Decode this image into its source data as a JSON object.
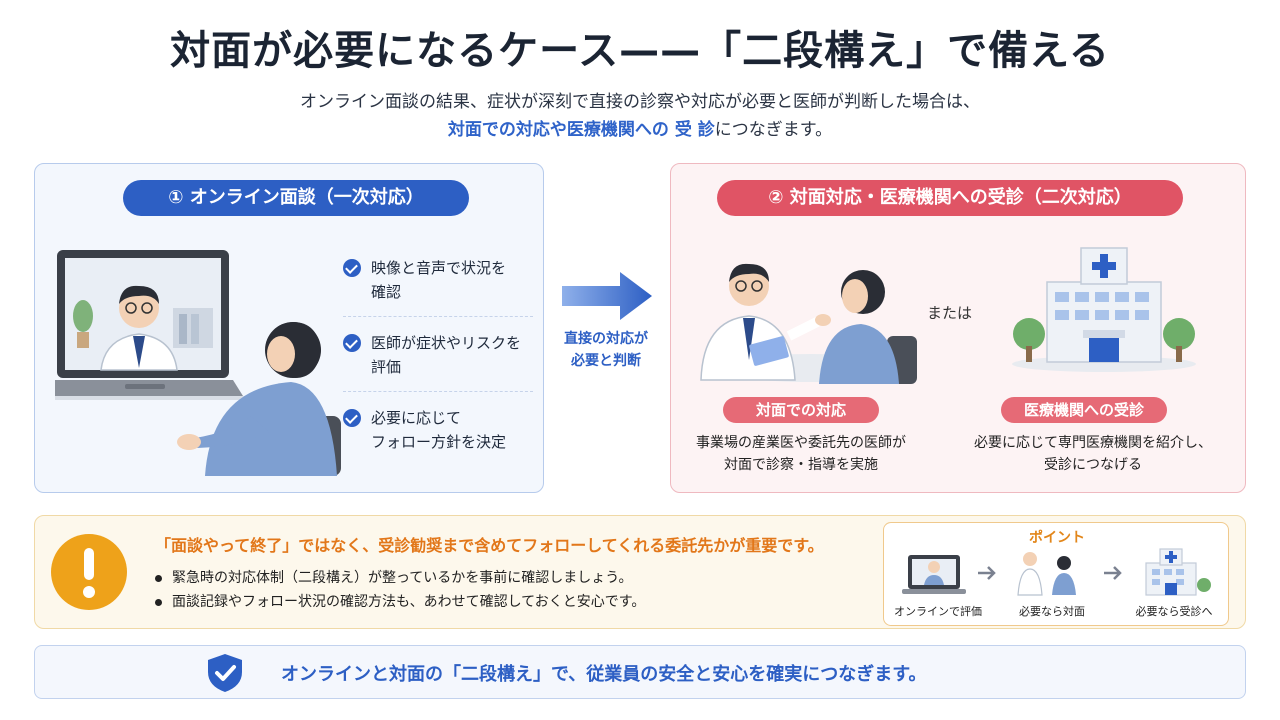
{
  "header": {
    "title": "対面が必要になるケース——「二段構え」で備える",
    "intro_line1": "オンライン面談の結果、症状が深刻で直接の診察や対応が必要と医師が判断した場合は、",
    "intro_line2_highlight": "対面での対応や医療機関への 受 診",
    "intro_line2_rest": "につなぎます。"
  },
  "online": {
    "badge": "① オンライン面談（一次対応）",
    "checks": [
      {
        "line1": "映像と音声で状況を",
        "line2": "確認"
      },
      {
        "line1": "医師が症状やリスクを",
        "line2": "評価"
      },
      {
        "line1": "必要に応じて",
        "line2": "フォロー方針を決定"
      }
    ]
  },
  "transition": {
    "line1": "直接の対応が",
    "line2": "必要と判断"
  },
  "inperson": {
    "badge": "② 対面対応・医療機関への受診（二次対応）",
    "or": "または",
    "face_tag": "対面での対応",
    "face_desc_line1": "事業場の産業医や委託先の医師が",
    "face_desc_line2": "対面で診察・指導を実施",
    "hospital_tag": "医療機関への受診",
    "hospital_desc_line1": "必要に応じて専門医療機関を紹介し、",
    "hospital_desc_line2": "受診につなげる"
  },
  "warning": {
    "headline": "「面談やって終了」ではなく、受診勧奨まで含めてフォローしてくれる委託先かが重要です。",
    "bullets": [
      "緊急時の対応体制（二段構え）が整っているかを事前に確認しましょう。",
      "面談記録やフォロー状況の確認方法も、あわせて確認しておくと安心です。"
    ]
  },
  "point": {
    "title": "ポイント",
    "steps": [
      "オンラインで評価",
      "必要なら対面",
      "必要なら受診へ"
    ]
  },
  "footer": {
    "message": "オンラインと対面の「二段構え」で、従業員の安全と安心を確実につなぎます。"
  },
  "colors": {
    "blue": "#2d5fc4",
    "red": "#e05465",
    "orange": "#eea21a"
  }
}
